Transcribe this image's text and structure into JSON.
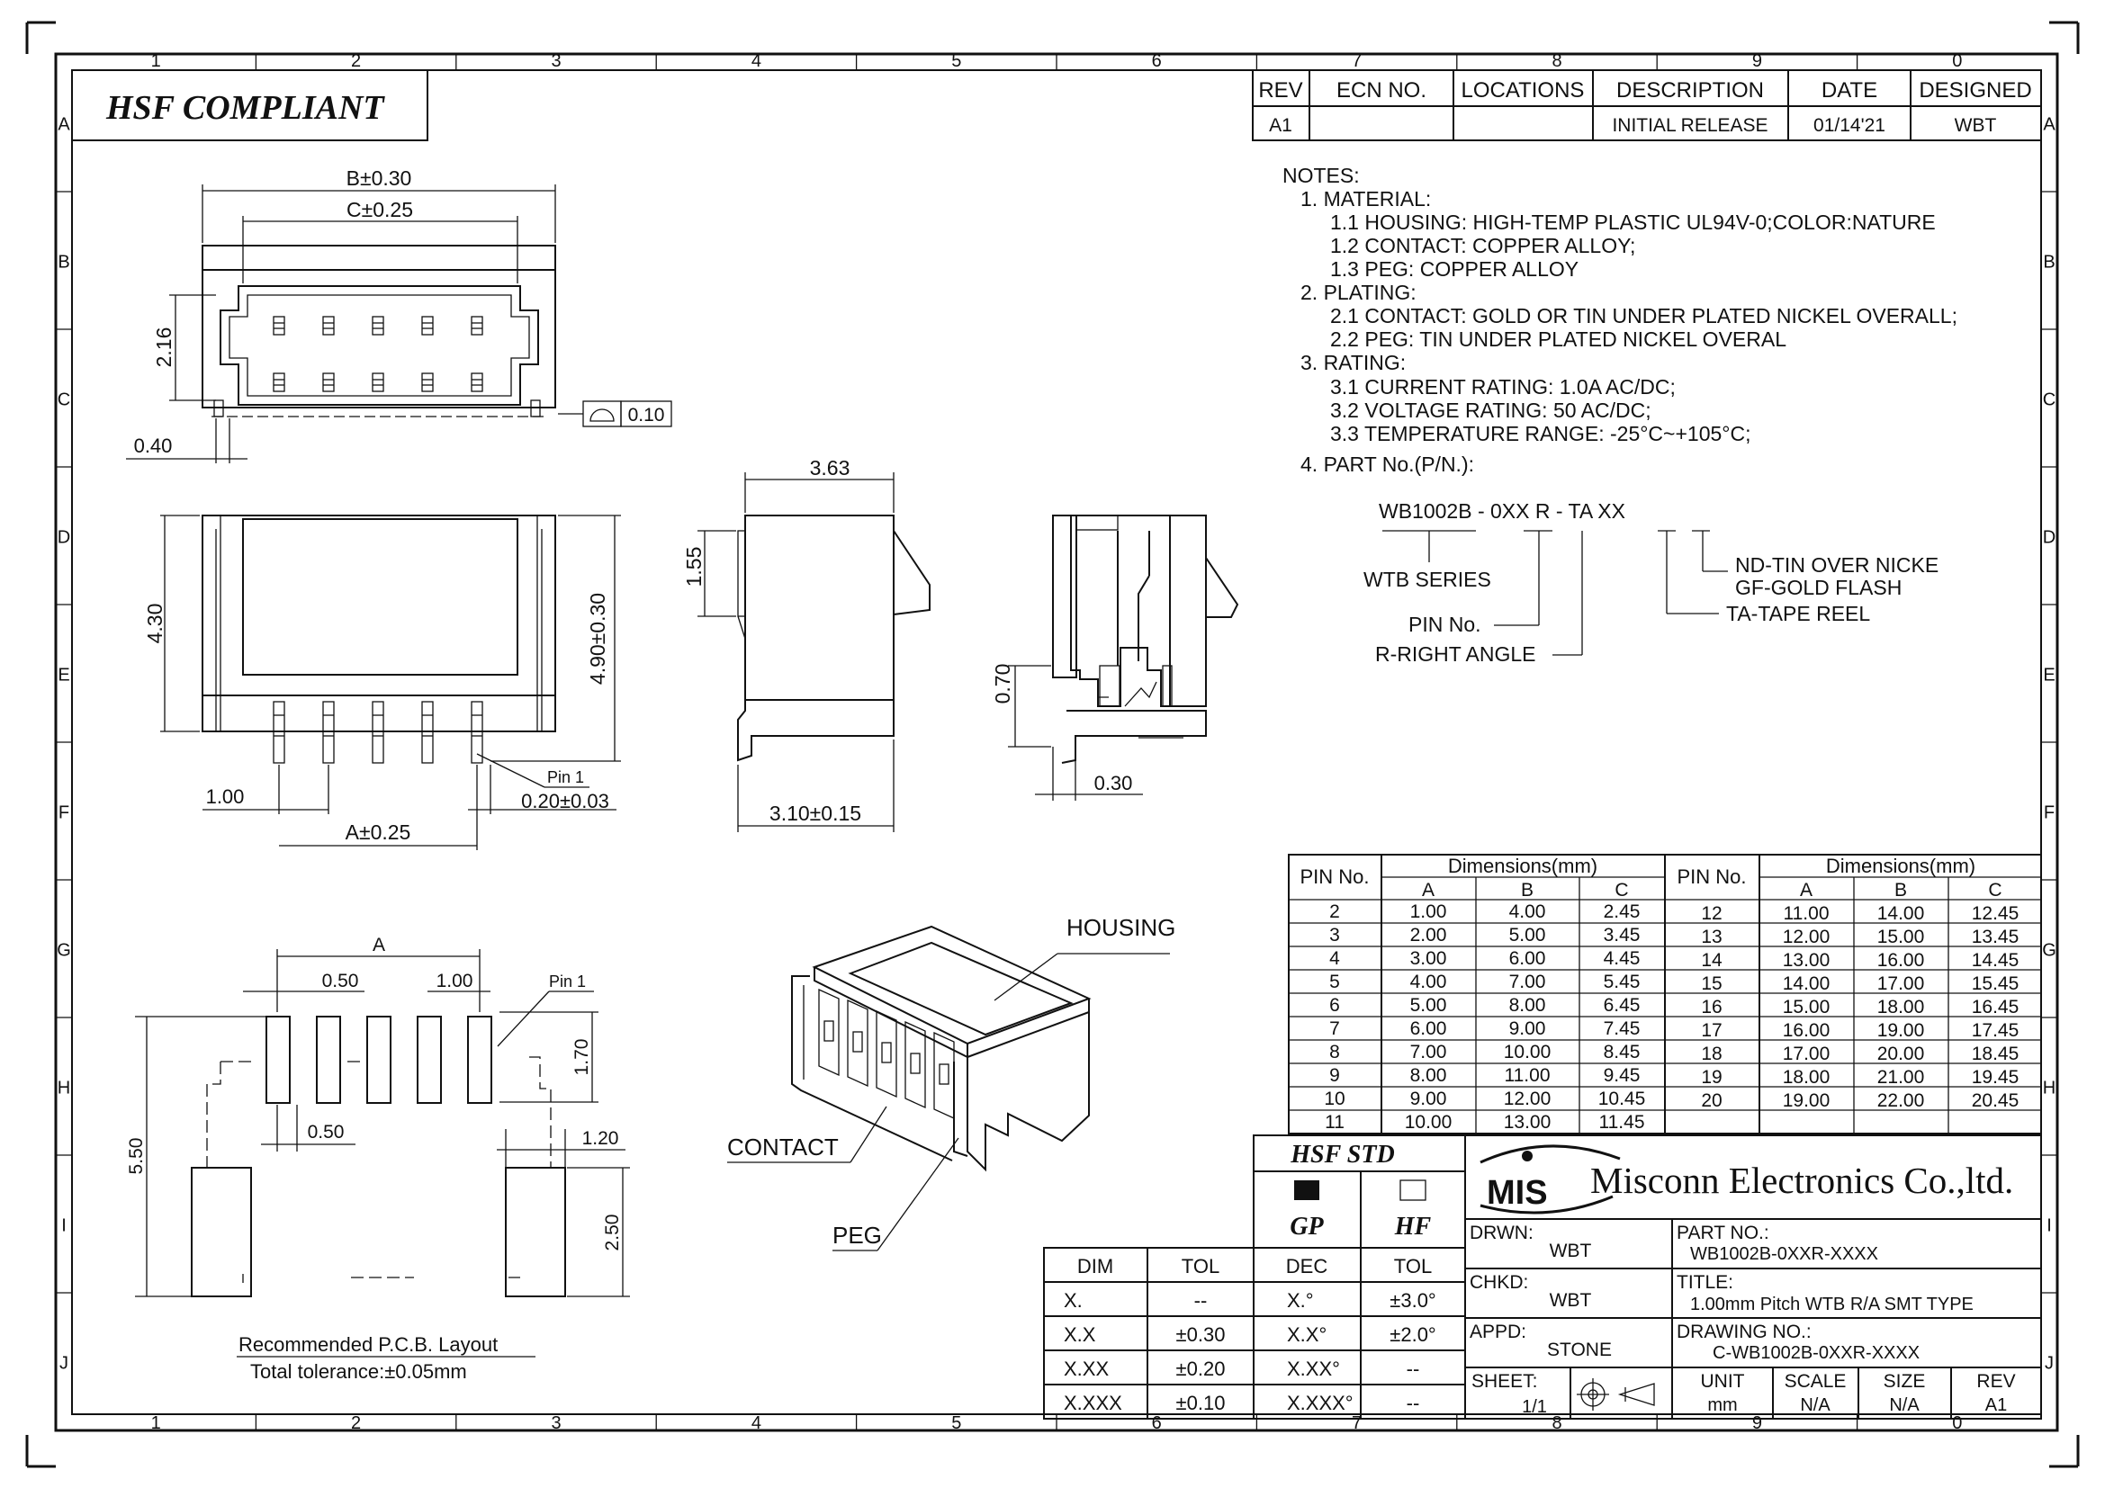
{
  "frame": {
    "columns_top": [
      "1",
      "2",
      "3",
      "4",
      "5",
      "6",
      "7",
      "8",
      "9",
      "0"
    ],
    "columns_bottom": [
      "1",
      "2",
      "3",
      "4",
      "5",
      "6",
      "7",
      "8",
      "9",
      "0"
    ],
    "rows": [
      "A",
      "B",
      "C",
      "D",
      "E",
      "F",
      "G",
      "H",
      "I",
      "J"
    ]
  },
  "hsf_banner": "HSF COMPLIANT",
  "revision": {
    "headers": [
      "REV",
      "ECN NO.",
      "LOCATIONS",
      "DESCRIPTION",
      "DATE",
      "DESIGNED"
    ],
    "row": [
      "A1",
      "",
      "",
      "INITIAL RELEASE",
      "01/14'21",
      "WBT"
    ]
  },
  "notes": {
    "lines": [
      "NOTES:",
      "1. MATERIAL:",
      "1.1 HOUSING: HIGH-TEMP PLASTIC UL94V-0;COLOR:NATURE",
      "1.2 CONTACT: COPPER ALLOY;",
      "1.3 PEG: COPPER ALLOY",
      "2. PLATING:",
      "2.1 CONTACT: GOLD OR TIN UNDER PLATED NICKEL OVERALL;",
      "2.2 PEG: TIN UNDER PLATED NICKEL OVERAL",
      "3. RATING:",
      "3.1 CURRENT RATING: 1.0A AC/DC;",
      "3.2 VOLTAGE RATING: 50 AC/DC;",
      "3.3 TEMPERATURE RANGE: -25°C~+105°C;",
      "4. PART No.(P/N.):"
    ]
  },
  "part_code": {
    "code": "WB1002B - 0XX R - TA XX",
    "series": "WTB SERIES",
    "pin_no": "PIN No.",
    "right_angle": "R-RIGHT ANGLE",
    "finish_nd": "ND-TIN OVER NICKE",
    "finish_gf": "GF-GOLD FLASH",
    "tape_reel": "TA-TAPE REEL"
  },
  "dimensions": {
    "b": "B±0.30",
    "c": "C±0.25",
    "h216": "2.16",
    "flat": "0.10",
    "w040": "0.40",
    "h430": "4.30",
    "h490": "4.90±0.30",
    "pitch": "1.00",
    "a": "A±0.25",
    "pin1": "Pin 1",
    "pin_w": "0.20±0.03",
    "w363": "3.63",
    "h155": "1.55",
    "w310": "3.10±0.15",
    "h070": "0.70",
    "w030": "0.30",
    "pcb_a": "A",
    "pcb_050a": "0.50",
    "pcb_100": "1.00",
    "pcb_pin1": "Pin 1",
    "pcb_170": "1.70",
    "pcb_050b": "0.50",
    "pcb_550": "5.50",
    "pcb_120": "1.20",
    "pcb_250": "2.50"
  },
  "pcb_caption": {
    "title": "Recommended P.C.B. Layout",
    "tolerance": "Total tolerance:±0.05mm"
  },
  "iso_labels": {
    "housing": "HOUSING",
    "contact": "CONTACT",
    "peg": "PEG"
  },
  "dim_table": {
    "pin_header": "PIN No.",
    "dims_header": "Dimensions(mm)",
    "sub": [
      "A",
      "B",
      "C"
    ],
    "rows_left": [
      [
        "2",
        "1.00",
        "4.00",
        "2.45"
      ],
      [
        "3",
        "2.00",
        "5.00",
        "3.45"
      ],
      [
        "4",
        "3.00",
        "6.00",
        "4.45"
      ],
      [
        "5",
        "4.00",
        "7.00",
        "5.45"
      ],
      [
        "6",
        "5.00",
        "8.00",
        "6.45"
      ],
      [
        "7",
        "6.00",
        "9.00",
        "7.45"
      ],
      [
        "8",
        "7.00",
        "10.00",
        "8.45"
      ],
      [
        "9",
        "8.00",
        "11.00",
        "9.45"
      ],
      [
        "10",
        "9.00",
        "12.00",
        "10.45"
      ],
      [
        "11",
        "10.00",
        "13.00",
        "11.45"
      ]
    ],
    "rows_right": [
      [
        "12",
        "11.00",
        "14.00",
        "12.45"
      ],
      [
        "13",
        "12.00",
        "15.00",
        "13.45"
      ],
      [
        "14",
        "13.00",
        "16.00",
        "14.45"
      ],
      [
        "15",
        "14.00",
        "17.00",
        "15.45"
      ],
      [
        "16",
        "15.00",
        "18.00",
        "16.45"
      ],
      [
        "17",
        "16.00",
        "19.00",
        "17.45"
      ],
      [
        "18",
        "17.00",
        "20.00",
        "18.45"
      ],
      [
        "19",
        "18.00",
        "21.00",
        "19.45"
      ],
      [
        "20",
        "19.00",
        "22.00",
        "20.45"
      ]
    ]
  },
  "tol_table": {
    "headers": [
      "DIM",
      "TOL",
      "DEC",
      "TOL"
    ],
    "rows": [
      [
        "X.",
        "--",
        "X.°",
        "±3.0°"
      ],
      [
        "X.X",
        "±0.30",
        "X.X°",
        "±2.0°"
      ],
      [
        "X.XX",
        "±0.20",
        "X.XX°",
        "--"
      ],
      [
        "X.XXX",
        "±0.10",
        "X.XXX°",
        "--"
      ]
    ]
  },
  "hsf_std": {
    "title": "HSF STD",
    "gp": "GP",
    "hf": "HF"
  },
  "company": {
    "logo": "MIS",
    "name": "Misconn Electronics Co.,ltd."
  },
  "title_block": {
    "drwn_label": "DRWN:",
    "drwn": "WBT",
    "chkd_label": "CHKD:",
    "chkd": "WBT",
    "appd_label": "APPD:",
    "appd": "STONE",
    "part_label": "PART NO.:",
    "part": "WB1002B-0XXR-XXXX",
    "title_label": "TITLE:",
    "title": "1.00mm Pitch WTB R/A SMT TYPE",
    "drawing_label": "DRAWING NO.:",
    "drawing": "C-WB1002B-0XXR-XXXX",
    "sheet_label": "SHEET:",
    "sheet": "1/1",
    "unit_label": "UNIT",
    "unit": "mm",
    "scale_label": "SCALE",
    "scale": "N/A",
    "size_label": "SIZE",
    "size": "N/A",
    "rev_label": "REV",
    "rev": "A1"
  }
}
